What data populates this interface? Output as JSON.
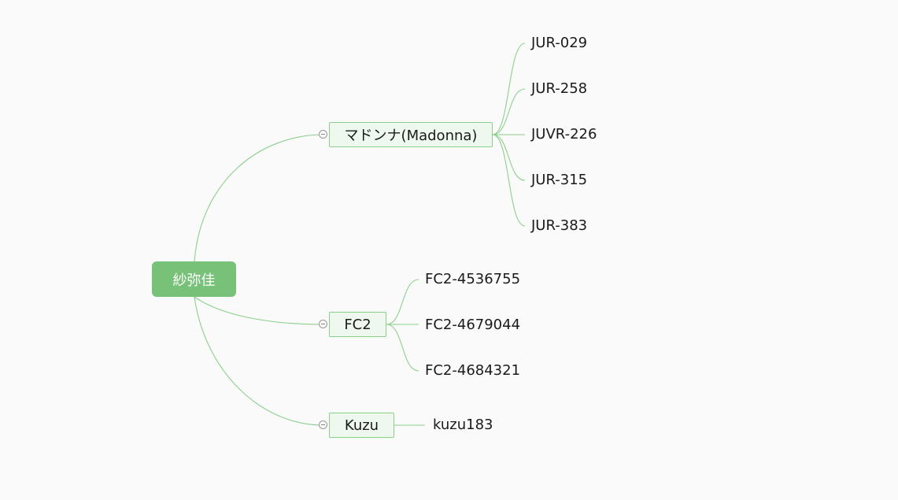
{
  "mindmap": {
    "root": {
      "label": "紗弥佳"
    },
    "branches": [
      {
        "label": "マドンナ(Madonna)",
        "children": [
          "JUR-029",
          "JUR-258",
          "JUVR-226",
          "JUR-315",
          "JUR-383"
        ]
      },
      {
        "label": "FC2",
        "children": [
          "FC2-4536755",
          "FC2-4679044",
          "FC2-4684321"
        ]
      },
      {
        "label": "Kuzu",
        "children": [
          "kuzu183"
        ]
      }
    ]
  },
  "colors": {
    "root_fill": "#77c178",
    "branch_fill": "#eef8ee",
    "line": "#8ccf8c"
  }
}
